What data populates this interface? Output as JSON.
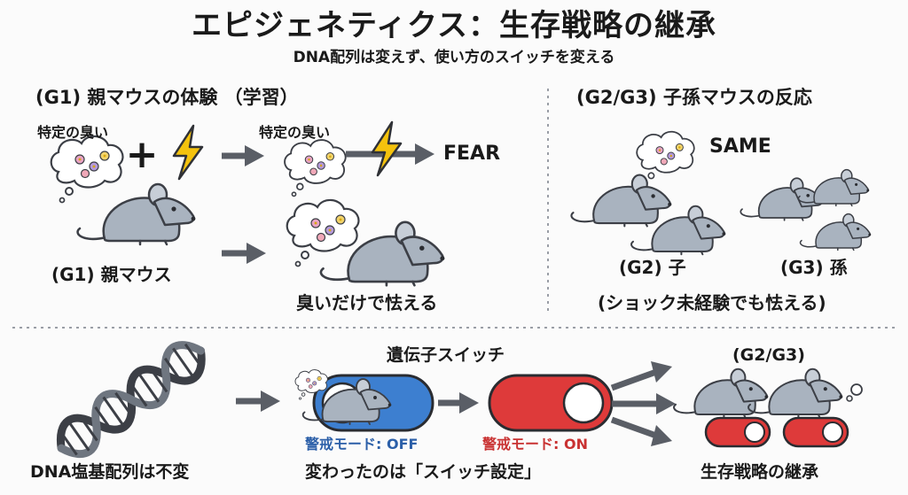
{
  "title": "エピジェネティクス：生存戦略の継承",
  "subtitle": "DNA配列は変えず、使い方のスイッチを変える",
  "left_panel": {
    "heading": "(G1) 親マウスの体験 （学習）",
    "smell_label_1": "特定の臭い",
    "smell_label_2": "特定の臭い",
    "plus": "+",
    "fear_label": "FEAR",
    "parent_label": "(G1) 親マウス",
    "fear_smell_caption": "臭いだけで怯える"
  },
  "right_panel": {
    "heading": "(G2/G3) 子孫マウスの反応",
    "same_label": "SAME",
    "g2_label": "(G2) 子",
    "g3_label": "(G3) 孫",
    "note": "(ショック未経験でも怯える)"
  },
  "bottom": {
    "switch_heading": "遺伝子スイッチ",
    "off_label": "警戒モード: OFF",
    "on_label": "警戒モード: ON",
    "dna_caption": "DNA塩基配列は不変",
    "switch_caption": "変わったのは「スイッチ設定」",
    "result_heading": "(G2/G3)",
    "result_caption": "生存戦略の継承"
  },
  "colors": {
    "mouse": "#a9b3bf",
    "outline": "#3c3f46",
    "bolt": "#f4c20d",
    "switch_off": "#3d7fd0",
    "switch_on": "#de3a3a",
    "arrow": "#5a5e66"
  }
}
